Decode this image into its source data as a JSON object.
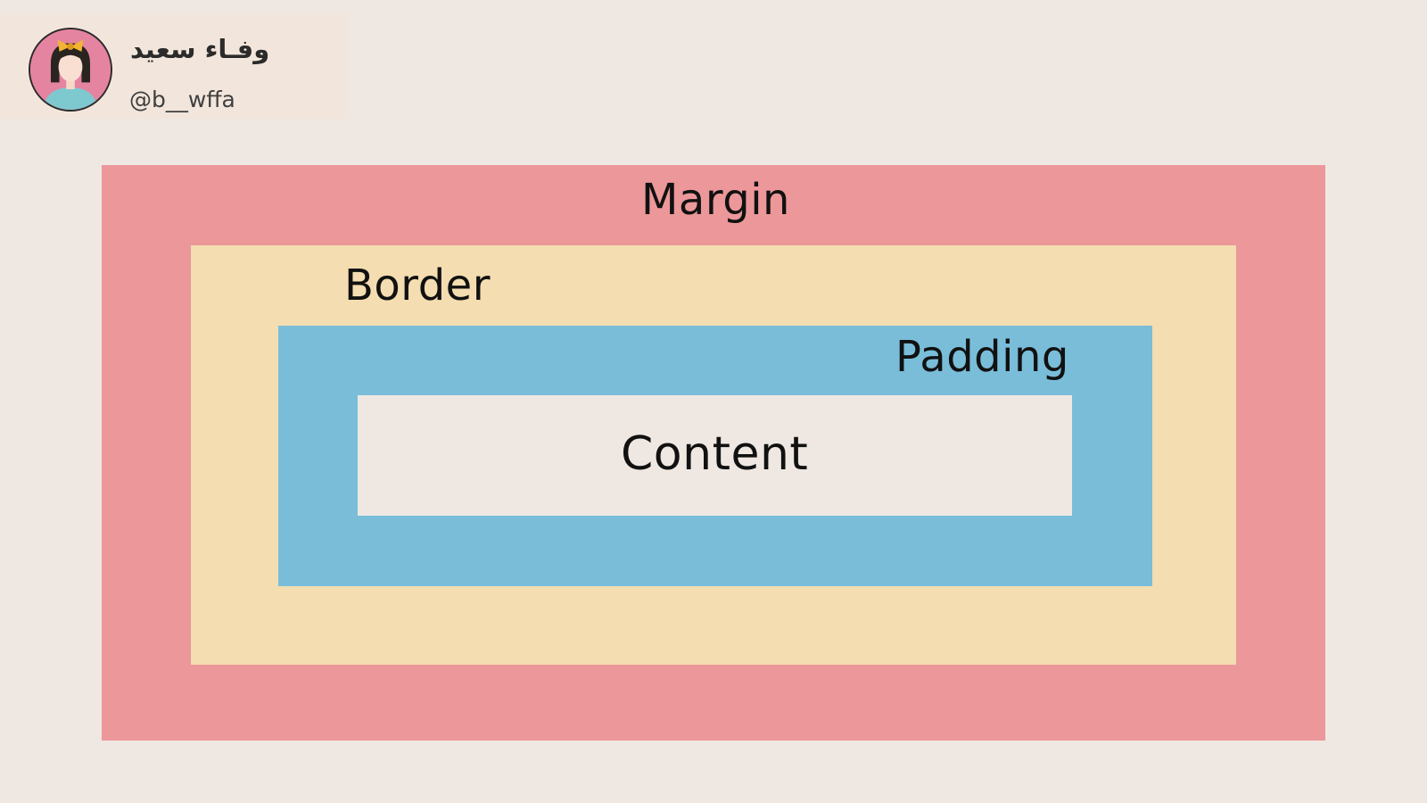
{
  "profile": {
    "name": "وفـاء سعيد",
    "handle": "@b__wffa"
  },
  "box_model": {
    "margin_label": "Margin",
    "border_label": "Border",
    "padding_label": "Padding",
    "content_label": "Content"
  },
  "colors": {
    "background": "#efe8e2",
    "margin": "#ec9799",
    "border": "#f4ddb0",
    "padding": "#79bdd9",
    "content": "#efe8e2"
  }
}
